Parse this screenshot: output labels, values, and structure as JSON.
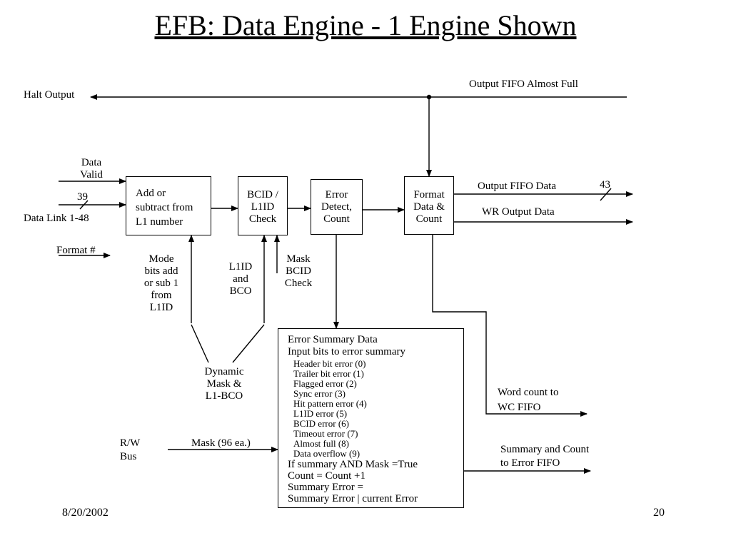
{
  "title": "EFB: Data Engine - 1 Engine Shown",
  "footer": {
    "date": "8/20/2002",
    "page": "20"
  },
  "signals": {
    "halt_output": "Halt Output",
    "output_fifo_almost_full": "Output FIFO Almost Full",
    "data_valid": [
      "Data",
      "Valid"
    ],
    "bus_width_in": "39",
    "data_link": "Data Link 1-48",
    "format_num": "Format #",
    "output_fifo_data": "Output FIFO Data",
    "bus_width_out": "43",
    "wr_output_data": "WR Output Data",
    "mode_bits": [
      "Mode",
      "bits add",
      "or sub 1",
      "from",
      "L1ID"
    ],
    "l1id_bco": [
      "L1ID",
      "and",
      "BCO"
    ],
    "mask_bcid_check": [
      "Mask",
      "BCID",
      "Check"
    ],
    "dynamic_mask": [
      "Dynamic",
      "Mask &",
      "L1-BCO"
    ],
    "rw_bus": [
      "R/W",
      "Bus"
    ],
    "mask_96": "Mask (96 ea.)",
    "word_count": [
      "Word count to",
      "WC FIFO"
    ],
    "summary_count": [
      "Summary and Count",
      "to Error FIFO"
    ]
  },
  "blocks": {
    "add_sub": [
      "Add or",
      "subtract from",
      "L1 number"
    ],
    "bcid_check": [
      "BCID /",
      "L1ID",
      "Check"
    ],
    "error_detect": [
      "Error",
      "Detect,",
      "Count"
    ],
    "format_data": [
      "Format",
      "Data &",
      "Count"
    ]
  },
  "error_summary": {
    "header_lines": [
      "Error Summary Data",
      "Input bits to error summary"
    ],
    "error_bits": [
      "Header bit error (0)",
      "Trailer bit error (1)",
      "Flagged error (2)",
      "Sync error (3)",
      "Hit pattern error (4)",
      "L1ID error (5)",
      "BCID error (6)",
      "Timeout error (7)",
      "Almost full (8)",
      "Data overflow (9)"
    ],
    "footer_lines": [
      "If summary  AND Mask =True",
      "Count = Count +1",
      "Summary Error =",
      "Summary Error | current Error"
    ]
  }
}
